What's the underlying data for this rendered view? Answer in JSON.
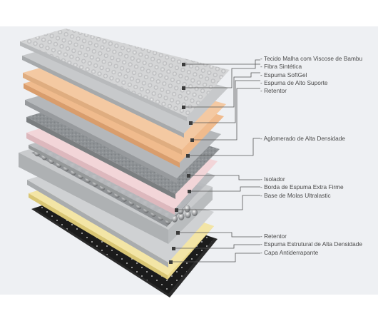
{
  "callouts": {
    "group_top": [
      "- Tecido Malha com Viscose de Bambu",
      "- Fibra Sintética",
      "- Espuma SoftGel",
      "- Espuma de Alto Suporte",
      "- Retentor"
    ],
    "group_aglomerado": [
      "- Aglomerado de Alta Densidade"
    ],
    "group_springs": [
      "- Isolador",
      "- Borda de Espuma Extra Firme",
      "- Base de Molas Ultralastic"
    ],
    "group_bottom": [
      "- Retentor",
      "- Espuma  Estrutural de Alta Densidade",
      "- Capa Antiderrapante"
    ]
  },
  "colors": {
    "background_panel": "#eef0f3",
    "fabric_top": "#d6d6d6",
    "fiber_layer": "#b9bcbf",
    "softgel_foam": "#f2c49a",
    "high_support_foam": "#f0b98a",
    "retainer_gray": "#a7abae",
    "aglomerado_pink": "#f1d3d6",
    "spring_frame": "#c6c8ca",
    "structural_foam": "#f1e29a",
    "antislip_cover": "#1c1c1c",
    "callout_line": "#555555"
  }
}
